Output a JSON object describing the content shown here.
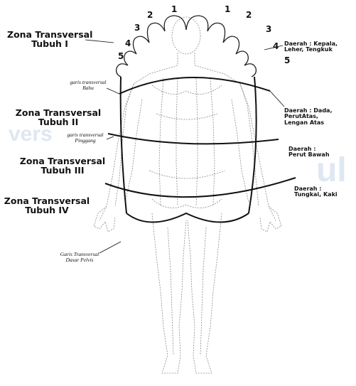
{
  "zones": [
    {
      "line1": "Zona Transversal",
      "line2": "Tubuh I"
    },
    {
      "line1": "Zona Transversal",
      "line2": "Tubuh II"
    },
    {
      "line1": "Zona Transversal",
      "line2": "Tubuh III"
    },
    {
      "line1": "Zona Transversal",
      "line2": "Tubuh IV"
    }
  ],
  "lines": {
    "bahu": {
      "line1": "garis transversal",
      "line2": "Bahu"
    },
    "pinggang": {
      "line1": "garis transversal",
      "line2": "Pinggang"
    },
    "pelvis": {
      "line1": "Garis Transversal",
      "line2": "Dasar Pelvis"
    }
  },
  "regions": [
    {
      "line1": "Daerah : Kepala,",
      "line2": "Leher, Tengkuk"
    },
    {
      "line1": "Daerah : Dada,",
      "line2": "PerutAtas,",
      "line3": "Lengan Atas"
    },
    {
      "line1": "Daerah :",
      "line2": "Perut Bawah"
    },
    {
      "line1": "Daerah :",
      "line2": "Tungkai, Kaki"
    }
  ],
  "toe_numbers": {
    "left": [
      "1",
      "2",
      "3",
      "4",
      "5"
    ],
    "right": [
      "1",
      "2",
      "3",
      "4",
      "5"
    ]
  },
  "watermark": {
    "left": "vers",
    "right": "ul",
    "color": "#dfe7f3"
  }
}
